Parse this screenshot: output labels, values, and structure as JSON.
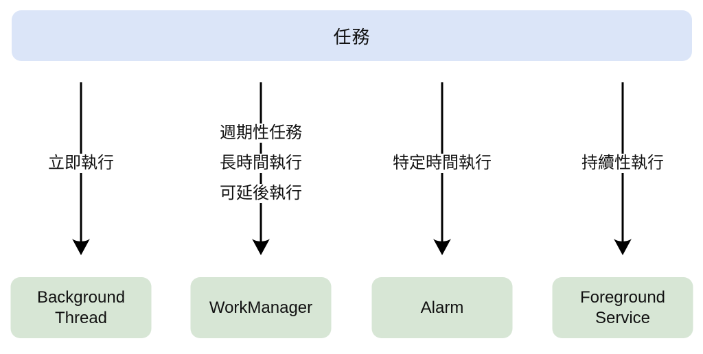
{
  "diagram": {
    "root": {
      "label": "任務"
    },
    "columns": [
      {
        "arrow_labels": [
          "立即執行"
        ],
        "target": "Background Thread"
      },
      {
        "arrow_labels": [
          "週期性任務",
          "長時間執行",
          "可延後執行"
        ],
        "target": "WorkManager"
      },
      {
        "arrow_labels": [
          "特定時間執行"
        ],
        "target": "Alarm"
      },
      {
        "arrow_labels": [
          "持續性執行"
        ],
        "target": "Foreground Service"
      }
    ],
    "colors": {
      "root_fill": "#dbe5f8",
      "target_fill": "#d7e6d5",
      "arrow": "#000000",
      "text": "#111111"
    }
  }
}
